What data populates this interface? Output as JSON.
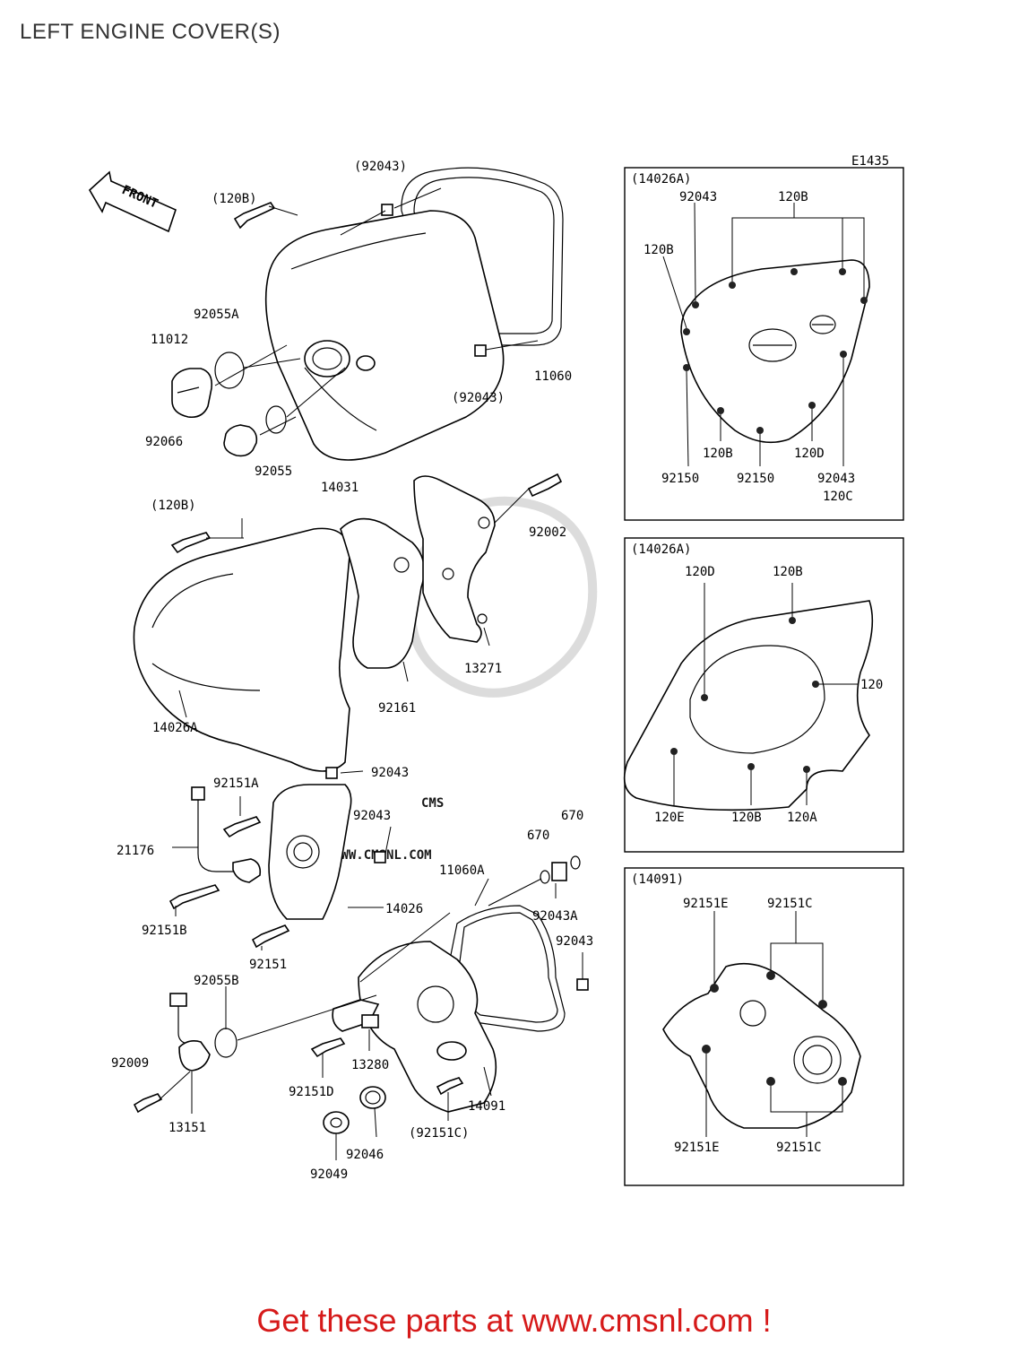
{
  "title": "LEFT ENGINE COVER(S)",
  "diagram_code": "E1435",
  "front_label": "FRONT",
  "footer": "Get these parts at www.cmsnl.com !",
  "watermark": {
    "logo": "CMS",
    "url": "WWW.CMSNL.COM"
  },
  "callouts": {
    "c_92043_top": "(92043)",
    "c_120b_top": "(120B)",
    "c_92055a": "92055A",
    "c_11012": "11012",
    "c_92066": "92066",
    "c_92055": "92055",
    "c_14031": "14031",
    "c_92043_mid": "(92043)",
    "c_11060": "11060",
    "c_120b_mid": "(120B)",
    "c_92002": "92002",
    "c_13271": "13271",
    "c_92161": "92161",
    "c_14026a": "14026A",
    "c_92151a": "92151A",
    "c_92043_a": "92043",
    "c_92043_b": "92043",
    "c_21176": "21176",
    "c_14026": "14026",
    "c_670_a": "670",
    "c_670_b": "670",
    "c_11060a": "11060A",
    "c_92043a": "92043A",
    "c_92043_c": "92043",
    "c_92151b": "92151B",
    "c_92151": "92151",
    "c_92055b": "92055B",
    "c_92009": "92009",
    "c_13151": "13151",
    "c_13280": "13280",
    "c_92151d": "92151D",
    "c_14091": "14091",
    "c_92151c_p": "(92151C)",
    "c_92046": "92046",
    "c_92049": "92049"
  },
  "insets": {
    "top": {
      "header": "(14026A)",
      "labels": {
        "l1": "92043",
        "l2": "120B",
        "l3": "120B",
        "l4": "92150",
        "l5": "120B",
        "l6": "92150",
        "l7": "120D",
        "l8": "92043",
        "l9": "120C"
      }
    },
    "middle": {
      "header": "(14026A)",
      "labels": {
        "l1": "120D",
        "l2": "120B",
        "l3": "120",
        "l4": "120E",
        "l5": "120B",
        "l6": "120A"
      }
    },
    "bottom": {
      "header": "(14091)",
      "labels": {
        "l1": "92151E",
        "l2": "92151C",
        "l3": "92151E",
        "l4": "92151C"
      }
    }
  }
}
